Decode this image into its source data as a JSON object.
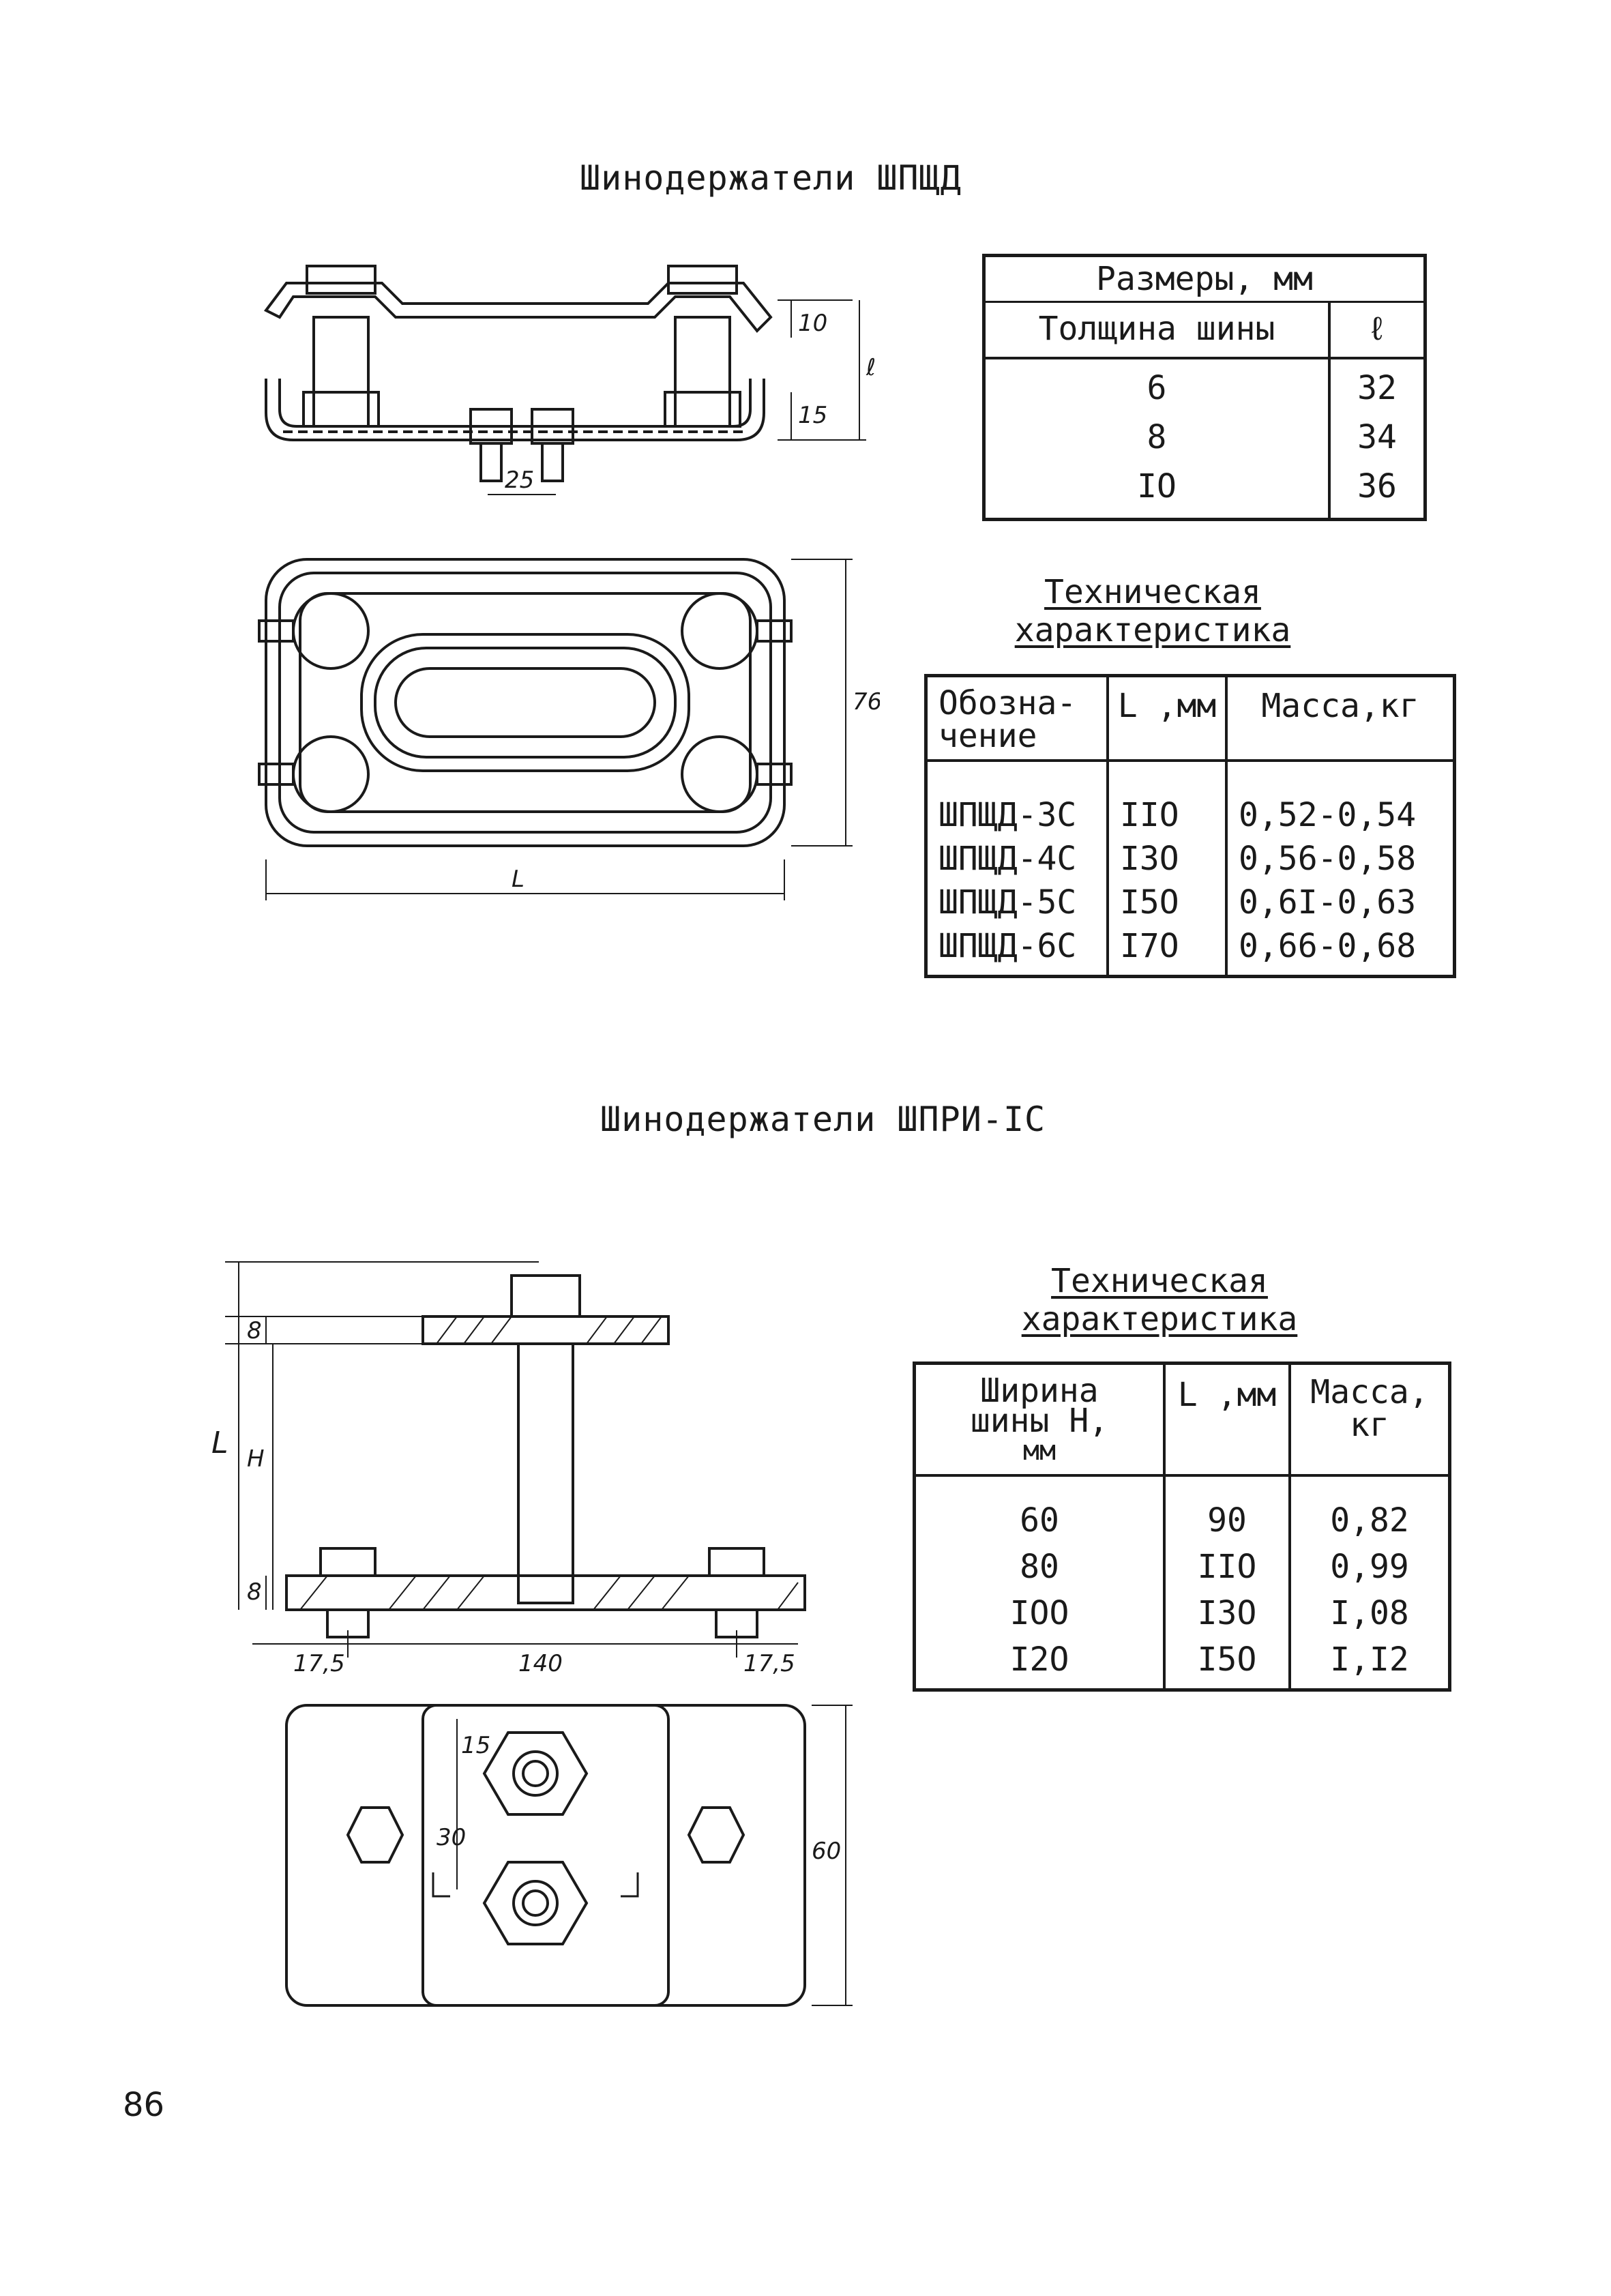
{
  "section1": {
    "title": "Шинодержатели ШПЩД",
    "dims_table": {
      "header_main": "Размеры, мм",
      "col_thickness": "Толщина шины",
      "col_l": "ℓ",
      "rows": [
        {
          "thickness": "6",
          "l": "32"
        },
        {
          "thickness": "8",
          "l": "34"
        },
        {
          "thickness": "IO",
          "l": "36"
        }
      ]
    },
    "tech_heading_line1": "Техническая",
    "tech_heading_line2": "характеристика",
    "tech_table": {
      "col_designation_l1": "Обозна-",
      "col_designation_l2": "чение",
      "col_L": "L ,мм",
      "col_mass": "Масса,кг",
      "rows": [
        {
          "designation": "ШПЩД-3С",
          "L": "IIO",
          "mass": "0,52-0,54"
        },
        {
          "designation": "ШПЩД-4С",
          "L": "I3O",
          "mass": "0,56-0,58"
        },
        {
          "designation": "ШПЩД-5С",
          "L": "I5O",
          "mass": "0,6I-0,63"
        },
        {
          "designation": "ШПЩД-6С",
          "L": "I7O",
          "mass": "0,66-0,68"
        }
      ]
    },
    "drawing_labels": {
      "d10": "10",
      "d15": "15",
      "l": "ℓ",
      "d25": "25",
      "d76": "76",
      "L": "L"
    }
  },
  "section2": {
    "title": "Шинодержатели ШПРИ-IС",
    "tech_heading_line1": "Техническая",
    "tech_heading_line2": "характеристика",
    "tech_table": {
      "col_width_l1": "Ширина",
      "col_width_l2": "шины Н,",
      "col_width_l3": "мм",
      "col_L": "L ,мм",
      "col_mass_l1": "Масса,",
      "col_mass_l2": "кг",
      "rows": [
        {
          "width": "60",
          "L": "90",
          "mass": "0,82"
        },
        {
          "width": "80",
          "L": "IIO",
          "mass": "0,99"
        },
        {
          "width": "IOO",
          "L": "I3O",
          "mass": "I,08"
        },
        {
          "width": "I2O",
          "L": "I5O",
          "mass": "I,I2"
        }
      ]
    },
    "drawing_labels": {
      "d8a": "8",
      "L": "L",
      "H": "H",
      "d8b": "8",
      "d17a": "17,5",
      "d140": "140",
      "d17b": "17,5",
      "d15": "15",
      "d30": "30",
      "d60": "60"
    }
  },
  "page_number": "86"
}
